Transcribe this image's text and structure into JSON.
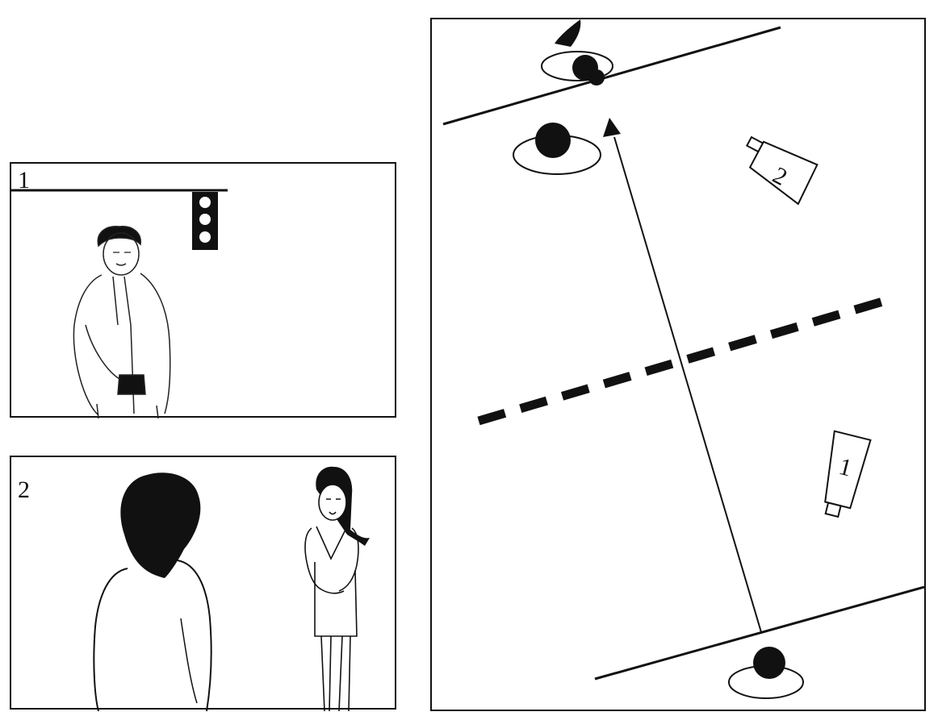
{
  "panels": [
    {
      "number": "1"
    },
    {
      "number": "2"
    }
  ],
  "diagram": {
    "bottle_labels": [
      "1",
      "2"
    ],
    "icons": [
      "traffic-light-icon",
      "person-walking-icon",
      "person-seated-icon",
      "person-top-view-icon",
      "bottle-icon",
      "arrow-icon",
      "dashed-line-icon"
    ]
  }
}
